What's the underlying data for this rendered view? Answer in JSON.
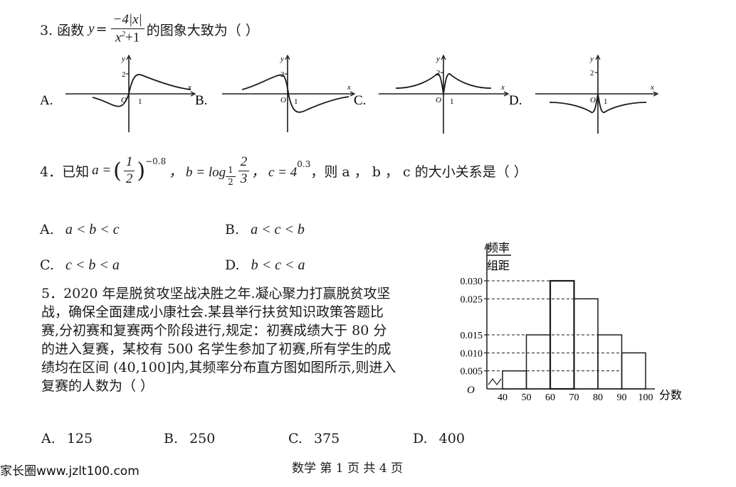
{
  "q3": {
    "prefix": "3.  函数",
    "func_y": "y",
    "func_eq": "=",
    "numerator": "−4|x|",
    "den_x": "x",
    "den_exp": "2",
    "den_rest": "+1",
    "suffix": "的图象大致为（       ）",
    "options": [
      {
        "label": "A.",
        "y_tick": "2",
        "x_tick": "1",
        "origin": "O",
        "x_axis": "x",
        "y_axis": "y"
      },
      {
        "label": "B.",
        "y_tick": "2",
        "x_tick": "1",
        "origin": "O",
        "x_axis": "x",
        "y_axis": "y"
      },
      {
        "label": "C.",
        "y_tick": "2",
        "x_tick": "1",
        "origin": "O",
        "x_axis": "x",
        "y_axis": "y"
      },
      {
        "label": "D.",
        "y_tick": "2",
        "x_tick": "1",
        "origin": "O",
        "x_axis": "x",
        "y_axis": "y"
      }
    ]
  },
  "q4": {
    "prefix": "4．已知",
    "a_part": "a =",
    "a_num": "1",
    "a_den": "2",
    "a_exp": "−0.8",
    "b_part": "，  b = log",
    "b_base_num": "1",
    "b_base_den": "2",
    "b_arg_num": "2",
    "b_arg_den": "3",
    "c_part": "，  c = 4",
    "c_exp": "0.3",
    "suffix": "，则 a ， b ， c 的大小关系是（       ）",
    "options": [
      {
        "label": "A.",
        "text": "a < b < c"
      },
      {
        "label": "B.",
        "text": "a < c < b"
      },
      {
        "label": "C.",
        "text": "c < b < a"
      },
      {
        "label": "D.",
        "text": "b < c < a"
      }
    ]
  },
  "q5": {
    "lines": [
      "5．2020 年是脱贫攻坚战决胜之年.凝心聚力打赢脱贫攻坚",
      "战，确保全面建成小康社会.某县举行扶贫知识政策答题比",
      "赛,分初赛和复赛两个阶段进行,规定：初赛成绩大于 80 分",
      "的进入复赛，某校有 500 名学生参加了初赛,所有学生的成",
      "绩均在区间 (40,100]内,其频率分布直方图如图所示,则进入",
      "复赛的人数为（       ）"
    ],
    "options": [
      {
        "label": "A.",
        "text": "125"
      },
      {
        "label": "B.",
        "text": "250"
      },
      {
        "label": "C.",
        "text": "375"
      },
      {
        "label": "D.",
        "text": "400"
      }
    ]
  },
  "chart_data": {
    "type": "bar",
    "ylabel_top": "频率",
    "ylabel_bottom": "组距",
    "xlabel": "分数",
    "origin": "O",
    "bins": [
      [
        40,
        50
      ],
      [
        50,
        60
      ],
      [
        60,
        70
      ],
      [
        70,
        80
      ],
      [
        80,
        90
      ],
      [
        90,
        100
      ]
    ],
    "values": [
      0.005,
      0.015,
      0.03,
      0.025,
      0.015,
      0.01
    ],
    "x_ticks": [
      "40",
      "50",
      "60",
      "70",
      "80",
      "90",
      "100"
    ],
    "y_ticks": [
      "0.005",
      "0.010",
      "0.015",
      "0.025",
      "0.030"
    ],
    "y_tick_values": [
      0.005,
      0.01,
      0.015,
      0.025,
      0.03
    ],
    "ylim": [
      0,
      0.03
    ]
  },
  "footer": {
    "watermark": "家长圈www.jzlt100.com",
    "page": "数学  第  1  页  共  4  页"
  }
}
